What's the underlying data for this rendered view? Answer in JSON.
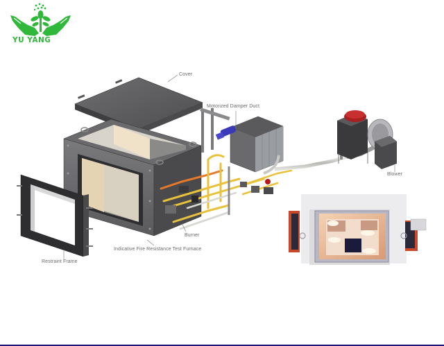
{
  "logo": {
    "brand": "YU YANG",
    "icon": "hands-holding-plant-icon",
    "color": "#2fb83a"
  },
  "diagram": {
    "title": "Indicative Fire Resistance Test Furnace",
    "labels": {
      "cover": "Cover",
      "damper": "Motorized Damper Duct",
      "blower": "Blower",
      "burner": "Burner",
      "furnace": "Indicative Fire Resistance Test Furnace",
      "frame": "Restraint Frame"
    },
    "colors": {
      "steel": "#5a5a5c",
      "steel_dark": "#3a3a3c",
      "pipe_yellow": "#e8c23a",
      "pipe_orange": "#e47a2a",
      "motor_blue": "#3a3ab8",
      "blower_red": "#a82020",
      "refractory": "#efe2c8",
      "accent_line": "#1c1a78"
    }
  },
  "inset": {
    "name": "furnace-interior-photo",
    "colors": {
      "frame": "#e8e8ea",
      "chamber": "#e8b48c",
      "opening": "#1a1a3a",
      "side_panel": "#c84a2a"
    }
  }
}
